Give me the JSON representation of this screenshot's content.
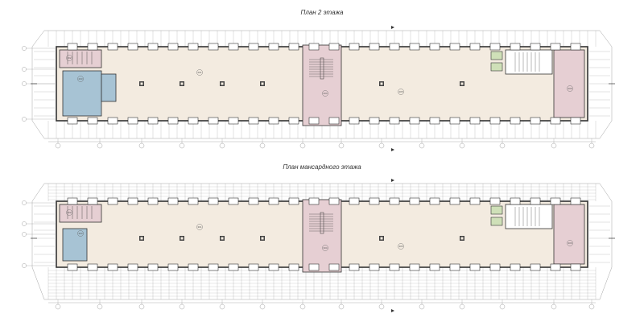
{
  "plans": [
    {
      "id": "floor2",
      "title": "План 2 этажа",
      "room_labels": [
        "201",
        "202",
        "203",
        "204",
        "205",
        "206"
      ]
    },
    {
      "id": "attic",
      "title": "План мансардного этажа",
      "room_labels": [
        "301",
        "302",
        "303",
        "304",
        "305",
        "306"
      ]
    }
  ],
  "colors": {
    "corridor": "#f3ebe0",
    "stair": "#e6cfd3",
    "blue_room": "#a7c3d4",
    "wall": "#333333",
    "grid": "#8c8c8c",
    "wc": "#cfe0b8"
  }
}
